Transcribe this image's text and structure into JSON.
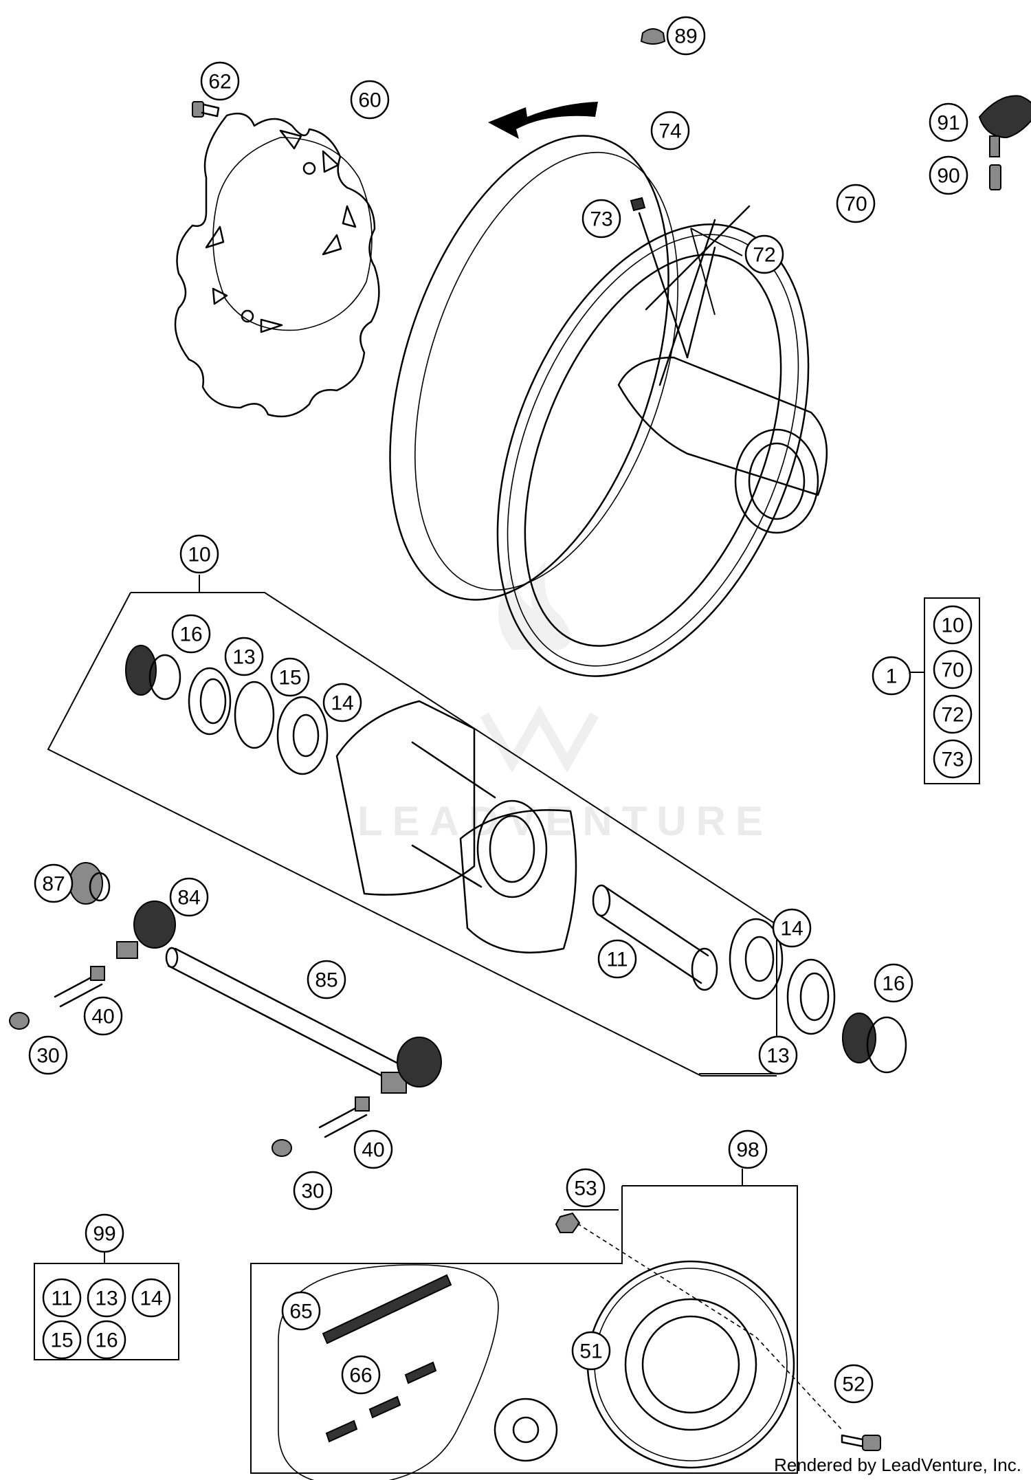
{
  "callouts": [
    {
      "label": "89"
    },
    {
      "label": "62"
    },
    {
      "label": "60"
    },
    {
      "label": "74"
    },
    {
      "label": "91"
    },
    {
      "label": "90"
    },
    {
      "label": "73"
    },
    {
      "label": "70"
    },
    {
      "label": "72"
    },
    {
      "label": "10"
    },
    {
      "label": "16"
    },
    {
      "label": "13"
    },
    {
      "label": "15"
    },
    {
      "label": "14"
    },
    {
      "label": "1"
    },
    {
      "label": "87"
    },
    {
      "label": "84"
    },
    {
      "label": "85"
    },
    {
      "label": "40"
    },
    {
      "label": "30"
    },
    {
      "label": "11"
    },
    {
      "label": "14"
    },
    {
      "label": "16"
    },
    {
      "label": "13"
    },
    {
      "label": "40"
    },
    {
      "label": "30"
    },
    {
      "label": "98"
    },
    {
      "label": "53"
    },
    {
      "label": "99"
    },
    {
      "label": "65"
    },
    {
      "label": "51"
    },
    {
      "label": "66"
    },
    {
      "label": "52"
    }
  ],
  "group_1_items": [
    "10",
    "70",
    "72",
    "73"
  ],
  "group_99_items": [
    "11",
    "13",
    "14",
    "15",
    "16"
  ],
  "watermark": "LEADVENTURE",
  "credit": "Rendered by LeadVenture, Inc."
}
